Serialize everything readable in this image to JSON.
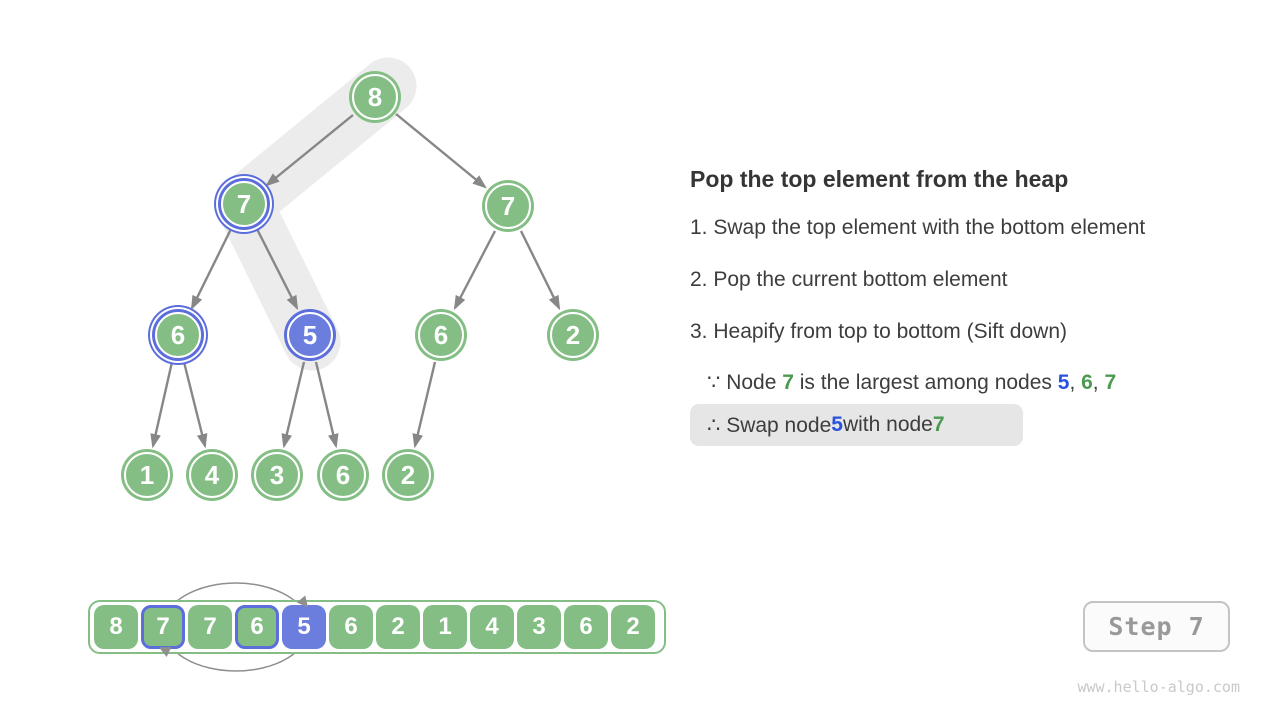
{
  "colors": {
    "green": "#85BE85",
    "blue_fill": "#6B7EDE",
    "blue_ring": "#5B6EDC",
    "text_green": "#4C9A51",
    "text_blue": "#2B52DE",
    "arrow_gray": "#878787",
    "band_gray": "#ECECEC",
    "box_gray": "#E6E6E6",
    "text_dark": "#3D3D3D",
    "button_text": "#999999",
    "watermark_gray": "#C9C9C9"
  },
  "tree": {
    "nodes": [
      {
        "value": "8"
      },
      {
        "value": "7"
      },
      {
        "value": "7"
      },
      {
        "value": "6"
      },
      {
        "value": "5"
      },
      {
        "value": "6"
      },
      {
        "value": "2"
      },
      {
        "value": "1"
      },
      {
        "value": "4"
      },
      {
        "value": "3"
      },
      {
        "value": "6"
      },
      {
        "value": "2"
      }
    ]
  },
  "array": {
    "cells": [
      {
        "value": "8"
      },
      {
        "value": "7"
      },
      {
        "value": "7"
      },
      {
        "value": "6"
      },
      {
        "value": "5"
      },
      {
        "value": "6"
      },
      {
        "value": "2"
      },
      {
        "value": "1"
      },
      {
        "value": "4"
      },
      {
        "value": "3"
      },
      {
        "value": "6"
      },
      {
        "value": "2"
      }
    ]
  },
  "panel": {
    "title": "Pop the top element from the heap",
    "steps": [
      "1. Swap the top element with the bottom element",
      "2. Pop the current bottom element",
      "3. Heapify from top to bottom (Sift down)"
    ],
    "because": {
      "prefix": "∵ Node ",
      "n1": "7",
      "mid": " is the largest among nodes ",
      "n2": "5",
      "sep1": ", ",
      "n3": "6",
      "sep2": ", ",
      "n4": "7"
    },
    "therefore": {
      "prefix": "∴ Swap node ",
      "n1": "5",
      "mid": " with node ",
      "n2": "7"
    }
  },
  "step_button": {
    "label": "Step 7"
  },
  "watermark": "www.hello-algo.com"
}
